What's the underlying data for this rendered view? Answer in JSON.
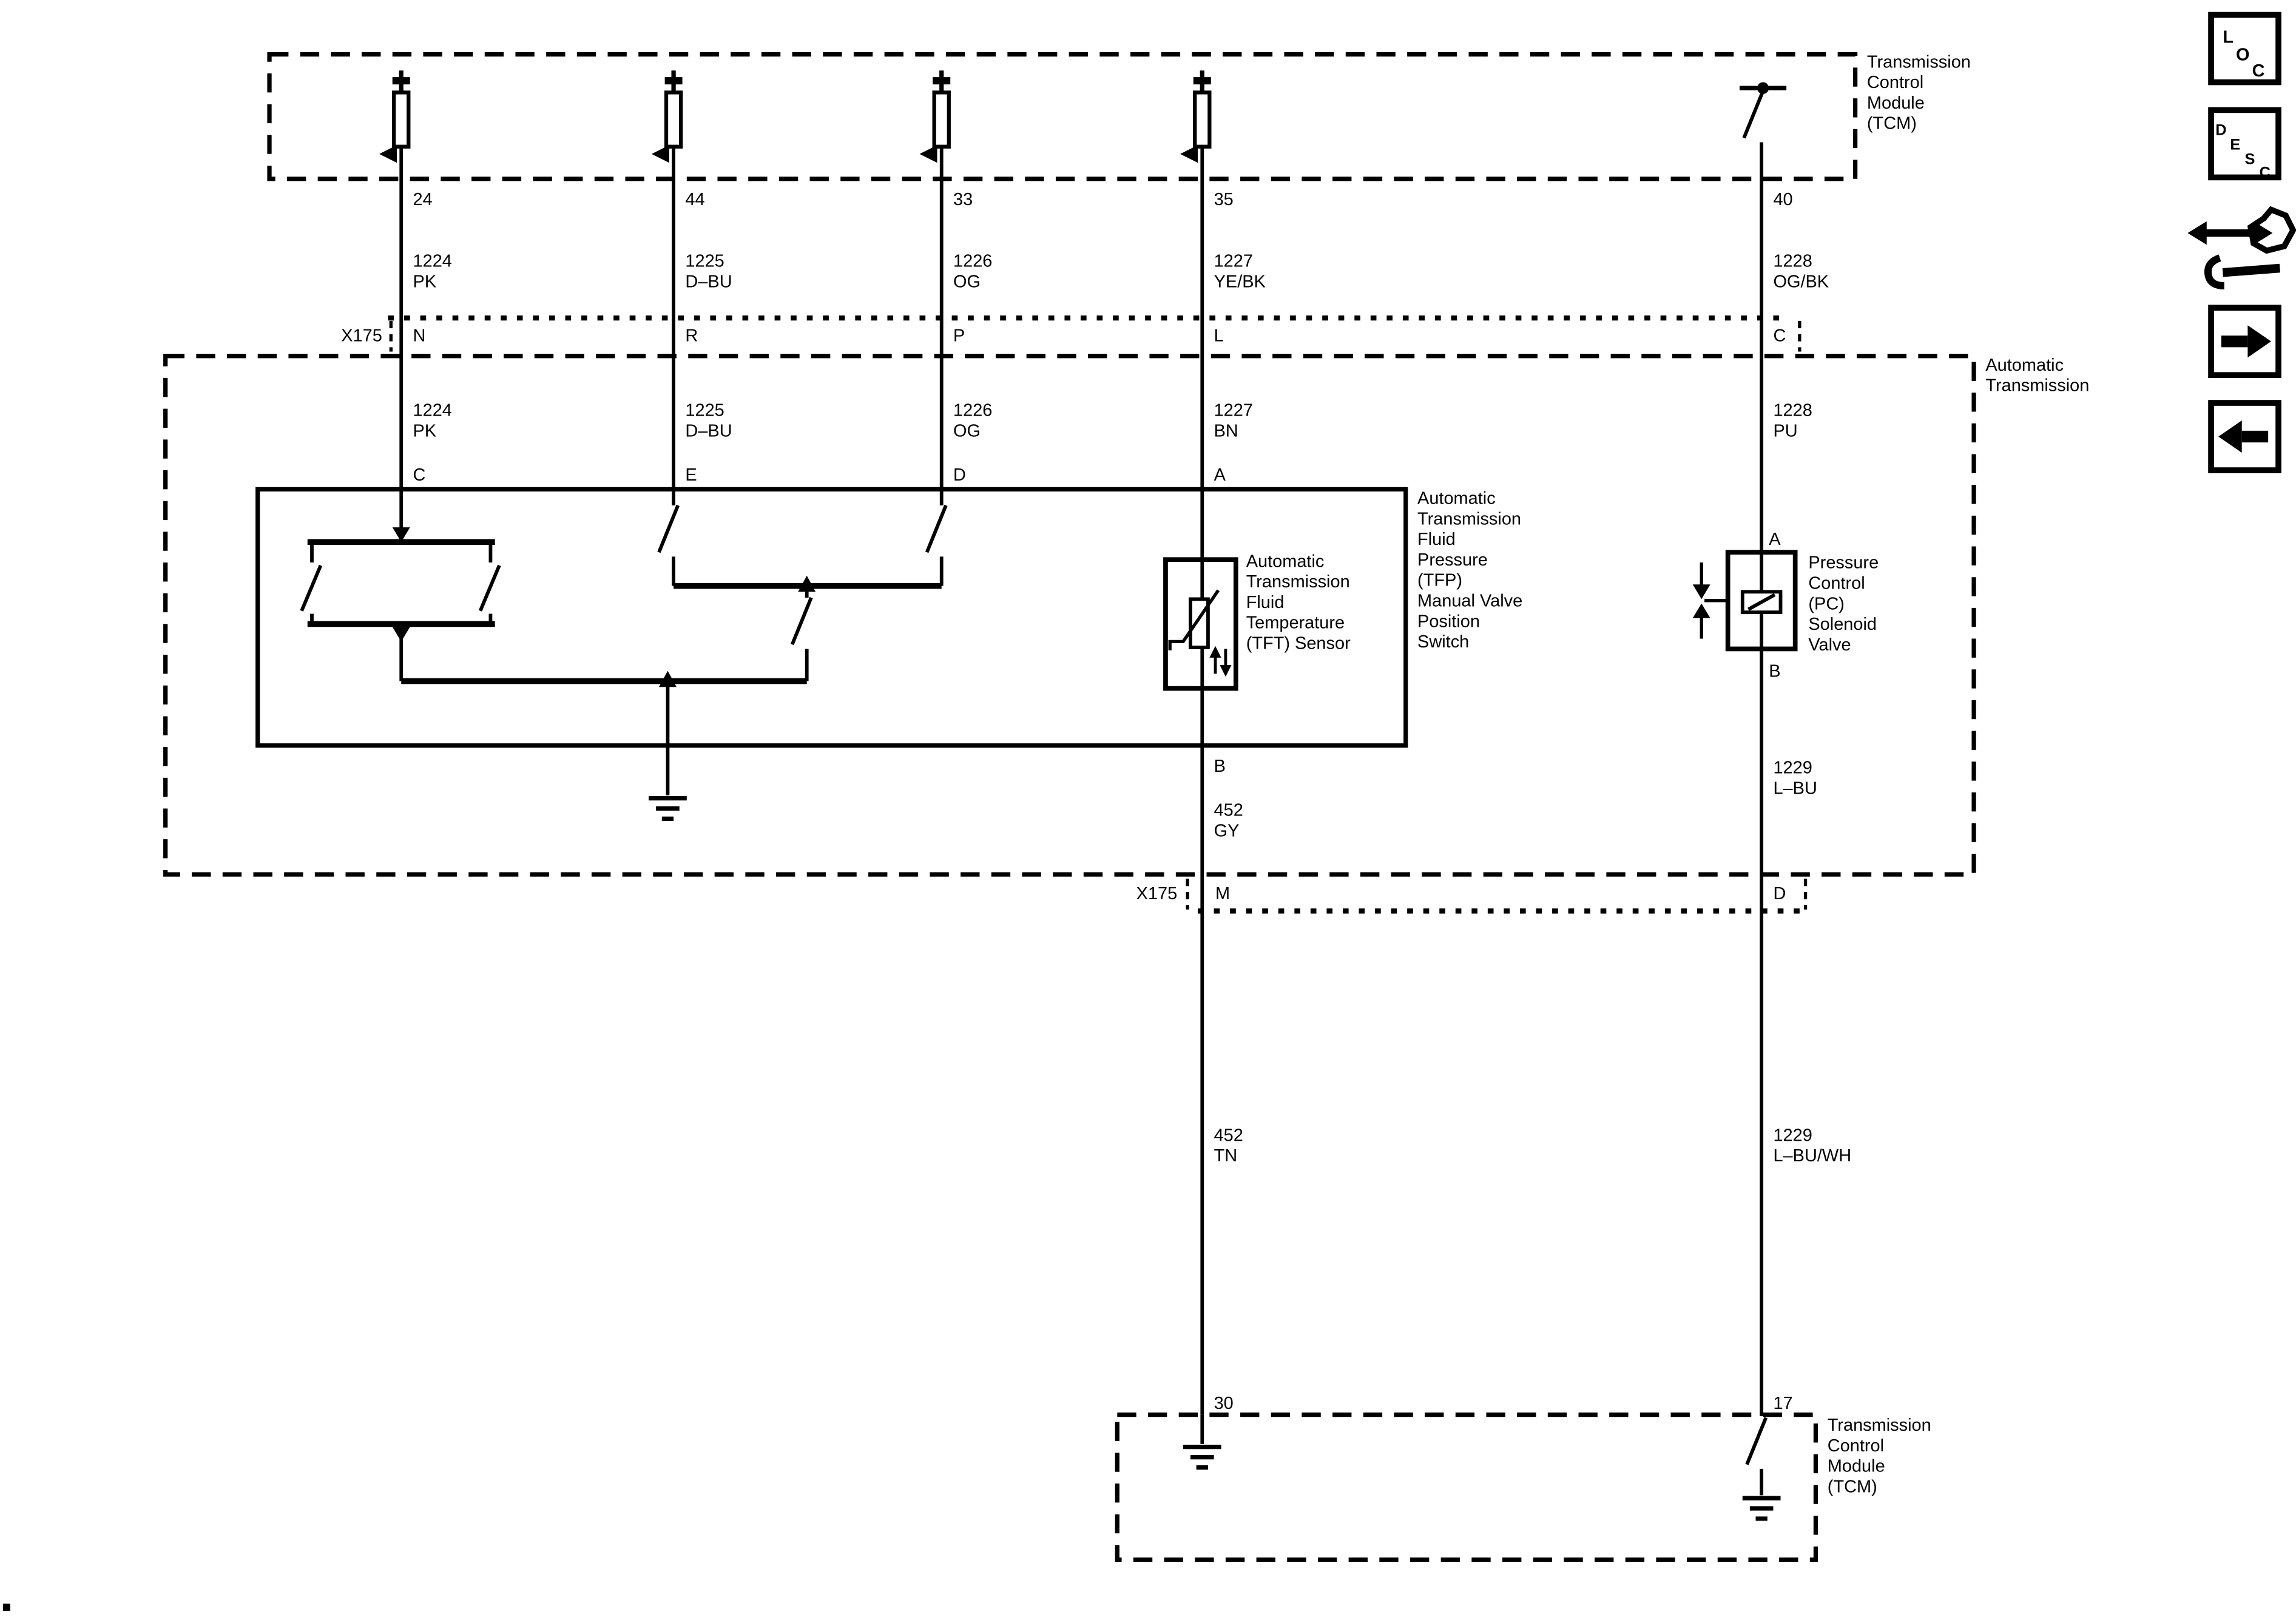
{
  "page": {
    "paper_color": "#ffffff",
    "ink_color": "#000000"
  },
  "tcm_top": {
    "label": [
      "Transmission",
      "Control",
      "Module",
      "(TCM)"
    ],
    "pins": [
      "24",
      "44",
      "33",
      "35",
      "40"
    ]
  },
  "upper_wires": [
    {
      "circuit": "1224",
      "color": "PK"
    },
    {
      "circuit": "1225",
      "color": "D–BU"
    },
    {
      "circuit": "1226",
      "color": "OG"
    },
    {
      "circuit": "1227",
      "color": "YE/BK"
    },
    {
      "circuit": "1228",
      "color": "OG/BK"
    }
  ],
  "x175_upper": {
    "label": "X175",
    "terminals": [
      "N",
      "R",
      "P",
      "L",
      "C"
    ]
  },
  "transmission": {
    "label": [
      "Automatic",
      "Transmission"
    ]
  },
  "inner_wires": [
    {
      "circuit": "1224",
      "color": "PK",
      "terminal": "C"
    },
    {
      "circuit": "1225",
      "color": "D–BU",
      "terminal": "E"
    },
    {
      "circuit": "1226",
      "color": "OG",
      "terminal": "D"
    },
    {
      "circuit": "1227",
      "color": "BN",
      "terminal": "A"
    },
    {
      "circuit": "1228",
      "color": "PU"
    }
  ],
  "tfp": {
    "label": [
      "Automatic",
      "Transmission",
      "Fluid",
      "Pressure",
      "(TFP)",
      "Manual Valve",
      "Position",
      "Switch"
    ]
  },
  "tft": {
    "label": [
      "Automatic",
      "Transmission",
      "Fluid",
      "Temperature",
      "(TFT) Sensor"
    ],
    "terminal_b": "B"
  },
  "pc": {
    "label": [
      "Pressure",
      "Control",
      "(PC)",
      "Solenoid",
      "Valve"
    ],
    "terminal_a": "A",
    "terminal_b": "B"
  },
  "mid_wires": [
    {
      "circuit": "452",
      "color": "GY"
    },
    {
      "circuit": "1229",
      "color": "L–BU"
    }
  ],
  "x175_lower": {
    "label": "X175",
    "terminals": [
      "M",
      "D"
    ]
  },
  "lower_wires": [
    {
      "circuit": "452",
      "color": "TN",
      "pin": "30"
    },
    {
      "circuit": "1229",
      "color": "L–BU/WH",
      "pin": "17"
    }
  ],
  "tcm_bottom": {
    "label": [
      "Transmission",
      "Control",
      "Module",
      "(TCM)"
    ]
  },
  "toolbar": {
    "loc": [
      "L",
      "O",
      "C"
    ],
    "desc": [
      "D",
      "E",
      "S",
      "C"
    ]
  }
}
